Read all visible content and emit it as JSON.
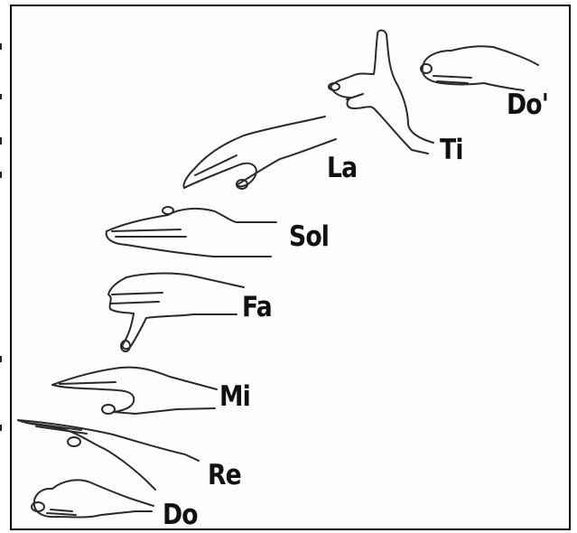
{
  "labels": {
    "do": "Do",
    "re": "Re",
    "mi": "Mi",
    "fa": "Fa",
    "sol": "Sol",
    "la": "La",
    "ti": "Ti",
    "do_high": "Do'"
  },
  "icons": {
    "do": "fist-hand-icon",
    "re": "flat-hand-upward-slant-icon",
    "mi": "flat-hand-icon",
    "fa": "thumb-down-hand-icon",
    "sol": "open-flat-hand-icon",
    "la": "drooping-hand-icon",
    "ti": "index-finger-up-hand-icon",
    "do_high": "fist-hand-icon"
  },
  "colors": {
    "ink": "#111111",
    "paper": "#fdfdfc",
    "frame": "#000000"
  }
}
